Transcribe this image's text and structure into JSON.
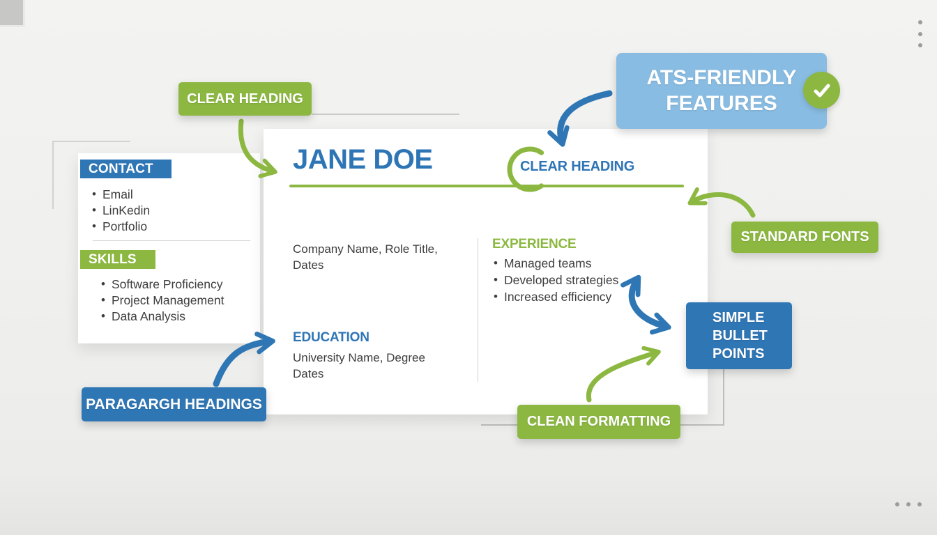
{
  "colors": {
    "green": "#8cb841",
    "blue": "#2f76b5",
    "light_blue": "#89bce2",
    "heading_blue": "#2e75b6",
    "body_text": "#3e3e3e"
  },
  "callouts": {
    "clear_heading": "CLEAR HEADING",
    "ats_line1": "ATS-FRIENDLY",
    "ats_line2": "FEATURES",
    "standard_fonts": "STANDARD FONTS",
    "simple_bullets": "SIMPLE BULLET POINTS",
    "clean_formatting": "CLEAN FORMATTING",
    "paragraph_headings": "PARAGARGH HEADINGS"
  },
  "sidebar": {
    "contact_heading": "CONTACT",
    "contact_items": [
      "Email",
      "LinKedin",
      "Portfolio"
    ],
    "skills_heading": "SKILLS",
    "skills_items": [
      "Software Proficiency",
      "Project Management",
      "Data Analysis"
    ]
  },
  "resume": {
    "name": "JANE DOE",
    "heading_annotation": "CLEAR HEADING",
    "left": {
      "line1": "Company Name, Role Title,",
      "line2": "Dates",
      "education_heading": "EDUCATION",
      "edu_line1": "University Name, Degree",
      "edu_line2": "Dates"
    },
    "right": {
      "heading": "EXPERIENCE",
      "bullets": [
        "Managed teams",
        "Developed strategies",
        "Increased efficiency"
      ]
    }
  },
  "bullet_char": "•"
}
